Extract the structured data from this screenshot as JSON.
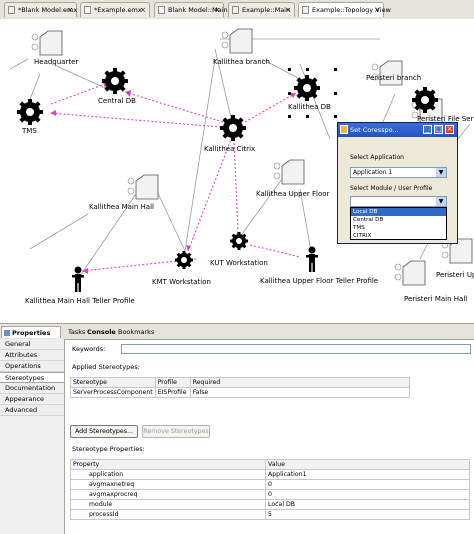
{
  "editor_tabs": [
    {
      "label": "*Blank Model.emx"
    },
    {
      "label": "*Example.emx"
    },
    {
      "label": "Blank Model::Main"
    },
    {
      "label": "Example::Main"
    },
    {
      "label": "Example::Topology View"
    }
  ],
  "diagram": {
    "labels": {
      "headquarter": "Headquarter",
      "kallithea_branch": "Kallithea branch",
      "central_db": "Central DB",
      "tms": "TMS",
      "kallithea_db": "Kallithea DB",
      "kallithea_citrix": "Kallithea Citrix",
      "kallithea_main_hall": "Kallithea Main Hall",
      "kallithea_upper_floor": "Kallithea Upper Floor",
      "kut_workstation": "KUT Workstation",
      "kmt_workstation": "KMT Workstation",
      "main_hall_teller": "Kallithea Main Hall Teller Profile",
      "upper_floor_teller": "Kallithea Upper Floor Teller Profile",
      "peristeri_branch": "Peristeri branch",
      "peristeri_file_server": "Peristeri File Server",
      "peristeri_up": "Peristeri Up",
      "peristeri_main_hall": "Peristeri Main Hall"
    }
  },
  "dialog": {
    "title": "Set Coresspo...",
    "select_app_label": "Select Application",
    "app_value": "Application 1",
    "select_module_label": "Select Module / User Profile",
    "module_value": "",
    "options": [
      "Local DB",
      "Central DB",
      "TMS",
      "CITRIX"
    ]
  },
  "bottom": {
    "properties_title": "Properties",
    "tabs": {
      "tasks": "Tasks",
      "console": "Console",
      "bookmarks": "Bookmarks"
    },
    "side_items": [
      "General",
      "Attributes",
      "Operations",
      "Stereotypes",
      "Documentation",
      "Appearance",
      "Advanced"
    ],
    "keywords_label": "Keywords:",
    "applied_label": "Applied Stereotypes:",
    "stereo_headers": [
      "Stereotype",
      "Profile",
      "Required"
    ],
    "stereo_row": [
      "ServerProcessComponent",
      "EISProfile",
      "False"
    ],
    "add_button": "Add Stereotypes...",
    "remove_button": "Remove Stereotypes",
    "props_label": "Stereotype Properties:",
    "prop_headers": [
      "Property",
      "Value"
    ],
    "props": [
      {
        "name": "application",
        "value": "Application1"
      },
      {
        "name": "avgmaxnetreq",
        "value": "0"
      },
      {
        "name": "avgmaxprocreq",
        "value": "0"
      },
      {
        "name": "module",
        "value": "Local DB"
      },
      {
        "name": "processId",
        "value": "5"
      }
    ]
  }
}
